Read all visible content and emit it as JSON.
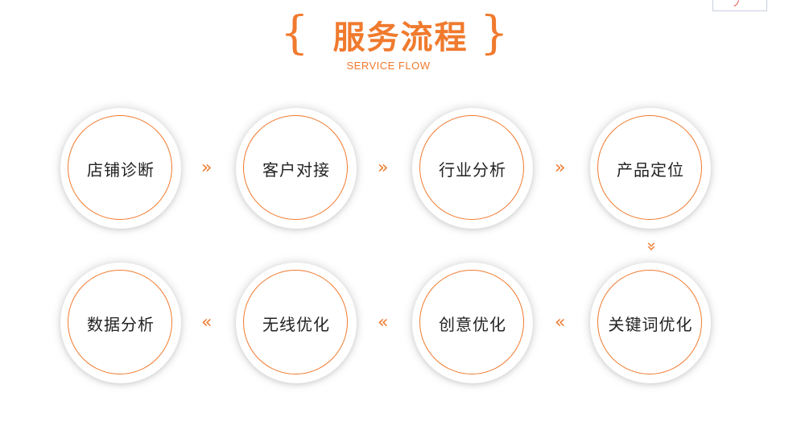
{
  "header": {
    "title": "服务流程",
    "subtitle": "SERVICE FLOW",
    "brace_left": "{",
    "brace_right": "}"
  },
  "steps": [
    {
      "label": "店铺诊断"
    },
    {
      "label": "客户对接"
    },
    {
      "label": "行业分析"
    },
    {
      "label": "产品定位"
    },
    {
      "label": "关键词优化"
    },
    {
      "label": "创意优化"
    },
    {
      "label": "无线优化"
    },
    {
      "label": "数据分析"
    }
  ],
  "arrows": {
    "forward": "»",
    "backward": "«"
  },
  "colors": {
    "accent": "#f07a2e",
    "text": "#222222",
    "background": "#ffffff"
  }
}
